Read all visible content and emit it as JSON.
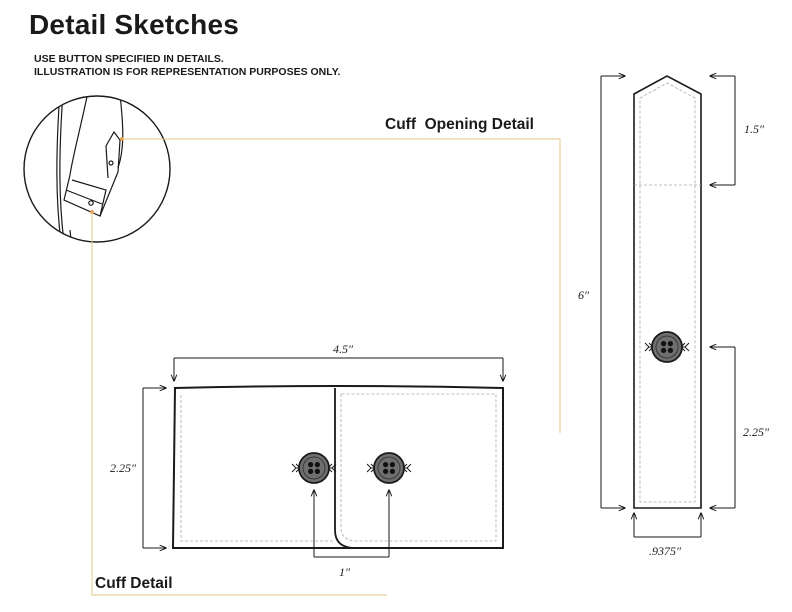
{
  "title": "Detail Sketches",
  "notes": [
    "USE BUTTON SPECIFIED IN DETAILS.",
    "ILLUSTRATION IS FOR REPRESENTATION PURPOSES ONLY."
  ],
  "labels": {
    "cuff_opening": "Cuff  Opening Detail",
    "cuff": "Cuff Detail"
  },
  "dimensions": {
    "cuff_width": "4.5″",
    "cuff_height": "2.25″",
    "button_spacing": "1″",
    "placket_length": "6″",
    "placket_point": "1.5″",
    "placket_button_height": "2.25″",
    "placket_width": ".9375″"
  },
  "colors": {
    "line": "#1a1a1a",
    "leader": "#e3c48a",
    "button": "#6f6f6f",
    "dash": "#aaaaaa"
  },
  "icons": [
    "button-icon",
    "sleeve-sketch-icon"
  ]
}
